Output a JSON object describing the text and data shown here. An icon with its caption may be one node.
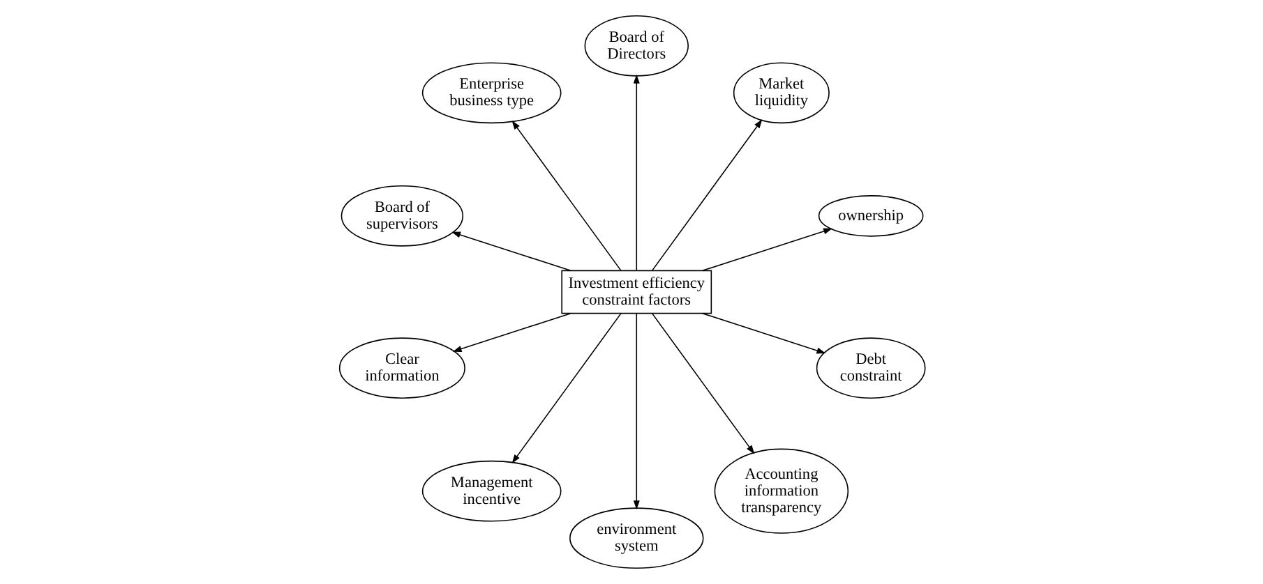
{
  "diagram": {
    "nodes": [
      {
        "text": [
          "ownership"
        ]
      },
      {
        "text": [
          "Market liquidity"
        ]
      },
      {
        "text": [
          "Board of Directors"
        ]
      },
      {
        "text": [
          "Enterprise business type"
        ]
      },
      {
        "text": [
          "Investment efficiency constraint factors"
        ]
      },
      {
        "text": [
          "Board of supervisors"
        ]
      },
      {
        "text": [
          "Clear information"
        ]
      },
      {
        "text": [
          "Management incentive"
        ]
      },
      {
        "text": [
          "environment system"
        ]
      },
      {
        "text": [
          "Accounting information transparency"
        ]
      },
      {
        "text": [
          "Debt constraint"
        ]
      }
    ],
    "edges": [
      {
        "from": 4,
        "to": 1,
        "arrow": "to"
      },
      {
        "from": 4,
        "to": 2,
        "arrow": "to"
      },
      {
        "from": 4,
        "to": 5,
        "arrow": "to"
      },
      {
        "from": 4,
        "to": 7,
        "arrow": "to"
      },
      {
        "from": 4,
        "to": 10,
        "arrow": "to"
      },
      {
        "from": 4,
        "to": 9,
        "arrow": "to"
      },
      {
        "from": 4,
        "to": 8,
        "arrow": "to"
      },
      {
        "from": 4,
        "to": 6,
        "arrow": "to"
      },
      {
        "from": 4,
        "to": 3,
        "arrow": "to"
      },
      {
        "from": 4,
        "to": 0,
        "arrow": "to"
      }
    ]
  }
}
